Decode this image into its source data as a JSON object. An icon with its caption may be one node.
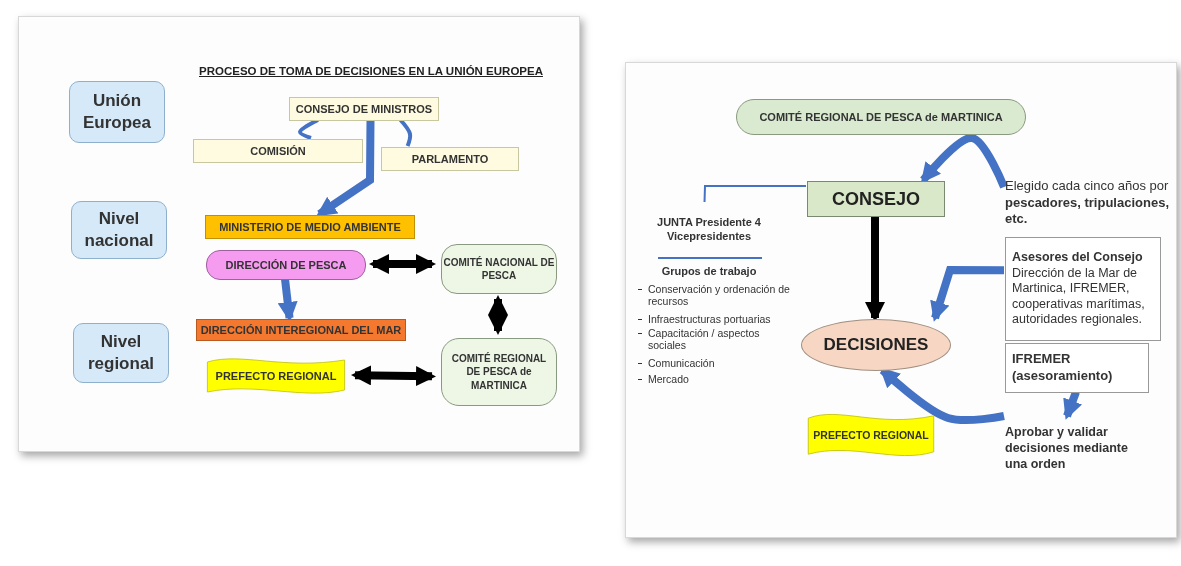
{
  "diagram": {
    "nodes": [
      {
        "text": [
          "PROCESO DE TOMA DE DECISIONES EN LA UNIÓN EUROPEA"
        ]
      },
      {
        "text": [
          "Unión Europea"
        ],
        "in": 0
      },
      {
        "text": [
          "Nivel nacional"
        ],
        "in": 0
      },
      {
        "text": [
          "Nivel regional"
        ],
        "in": 0
      },
      {
        "text": [
          "CONSEJO DE MINISTROS"
        ],
        "in": 0
      },
      {
        "text": [
          "COMISIÓN"
        ],
        "in": 0
      },
      {
        "text": [
          "PARLAMENTO"
        ],
        "in": 0
      },
      {
        "text": [
          "MINISTERIO DE MEDIO AMBIENTE"
        ],
        "in": 0
      },
      {
        "text": [
          "DIRECCIÓN DE PESCA"
        ],
        "in": 0
      },
      {
        "text": [
          "COMITÉ NACIONAL DE PESCA"
        ],
        "in": 0
      },
      {
        "text": [
          "DIRECCIÓN INTEREGIONAL DEL MAR"
        ],
        "in": 0
      },
      {
        "text": [
          "PREFECTO REGIONAL"
        ],
        "in": 0
      },
      {
        "text": [
          "COMITÉ REGIONAL DE PESCA de MARTINICA"
        ],
        "in": 0
      },
      {
        "text": [],
        "shape": "box"
      },
      {
        "text": [
          "COMITÉ REGIONAL DE PESCA de MARTINICA"
        ],
        "in": 13
      },
      {
        "text": [
          "CONSEJO"
        ],
        "in": 13
      },
      {
        "text": [
          "JUNTA Presidente 4 Vicepresidentes"
        ],
        "in": 13
      },
      {
        "text": [
          "Elegido cada cinco años por **pescadores, tripulaciones, etc.**"
        ],
        "in": 13
      },
      {
        "text": [
          "Asesores del Consejo",
          "Dirección de la Mar de Martinica, IFREMER, cooperativas marítimas, autoridades regionales."
        ],
        "in": 13
      },
      {
        "text": [
          "IFREMER (asesoramiento)"
        ],
        "in": 13
      },
      {
        "text": [
          "DECISIONES"
        ],
        "in": 13
      },
      {
        "text": [
          "PREFECTO REGIONAL"
        ],
        "in": 13
      },
      {
        "text": [
          "Aprobar y validar decisiones mediante una orden"
        ],
        "in": 13
      }
    ],
    "edges": [
      {
        "from": 4,
        "to": 5,
        "arrow": "none"
      },
      {
        "from": 4,
        "to": 6,
        "arrow": "none"
      },
      {
        "from": 4,
        "to": 7,
        "arrow": "to"
      },
      {
        "from": 8,
        "to": 10,
        "arrow": "to"
      },
      {
        "from": 8,
        "to": 9,
        "arrow": "both",
        "color": "#000000"
      },
      {
        "from": 9,
        "to": 12,
        "arrow": "both",
        "color": "#000000"
      },
      {
        "from": 11,
        "to": 12,
        "arrow": "both",
        "color": "#000000"
      },
      {
        "from": 16,
        "to": 15,
        "arrow": "none"
      },
      {
        "from": 17,
        "to": 15,
        "arrow": "to"
      },
      {
        "from": 15,
        "to": 20,
        "arrow": "to",
        "color": "#000000"
      },
      {
        "from": 18,
        "to": 20,
        "arrow": "to"
      },
      {
        "from": 22,
        "to": 20,
        "arrow": "to"
      },
      {
        "from": 19,
        "to": 22,
        "arrow": "to"
      }
    ],
    "labels": [
      "Grupos de trabajo",
      "Conservación y ordenación de recursos",
      "Infraestructuras portuarias",
      "Capacitación / aspectos sociales",
      "Comunicación",
      "Mercado"
    ]
  }
}
